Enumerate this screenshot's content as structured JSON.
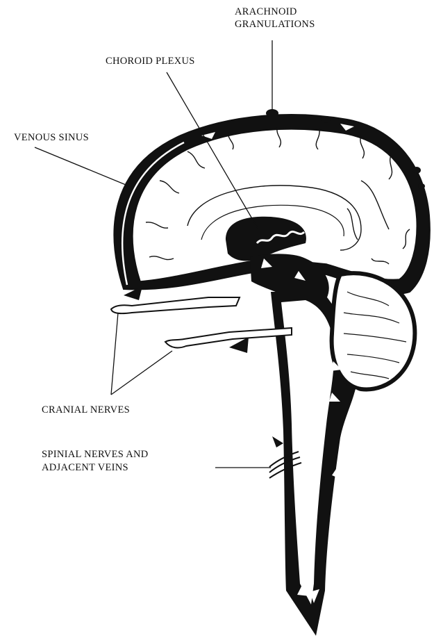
{
  "labels": {
    "arachnoid_line1": "ARACHNOID",
    "arachnoid_line2": "GRANULATIONS",
    "choroid_plexus": "CHOROID PLEXUS",
    "venous_sinus": "VENOUS SINUS",
    "cranial_nerves": "CRANIAL NERVES",
    "spinal_line1": "SPINIAL NERVES AND",
    "spinal_line2": "ADJACENT VEINS"
  },
  "colors": {
    "ink": "#111111",
    "paper": "#ffffff"
  }
}
